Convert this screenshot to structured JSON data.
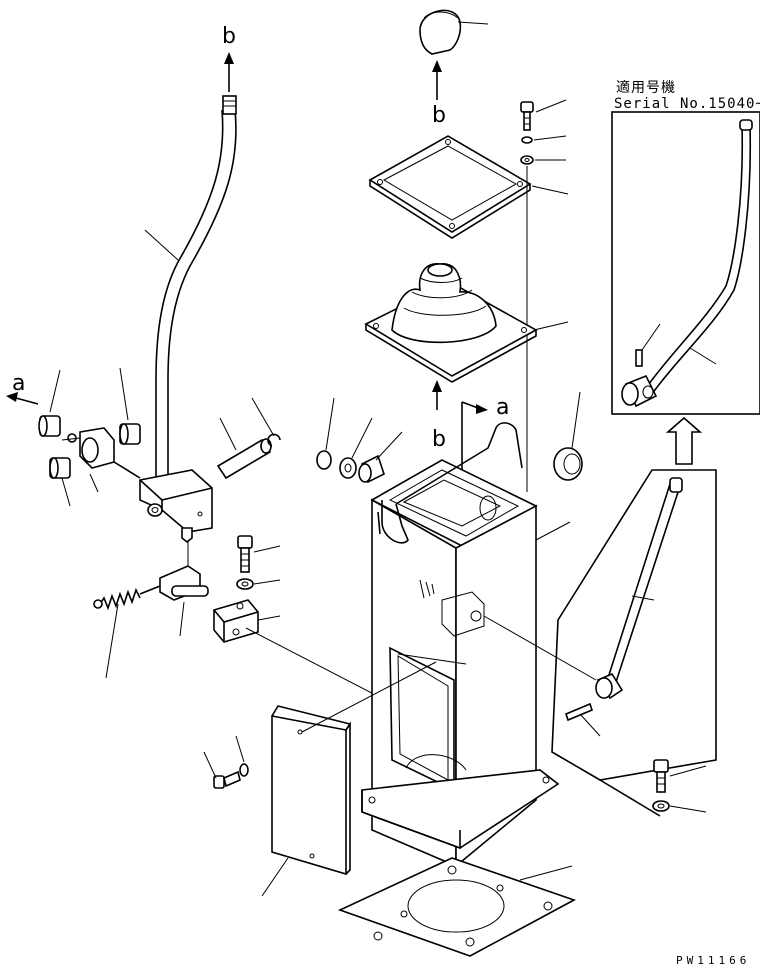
{
  "diagram": {
    "arrow_labels": {
      "b_lever_top": "b",
      "b_knob": "b",
      "b_boot": "b",
      "a_left": "a",
      "a_center": "a"
    },
    "inset": {
      "caption_line1": "適用号機",
      "caption_line2": "Serial No.15040~"
    },
    "drawing_code": "PW11166"
  }
}
